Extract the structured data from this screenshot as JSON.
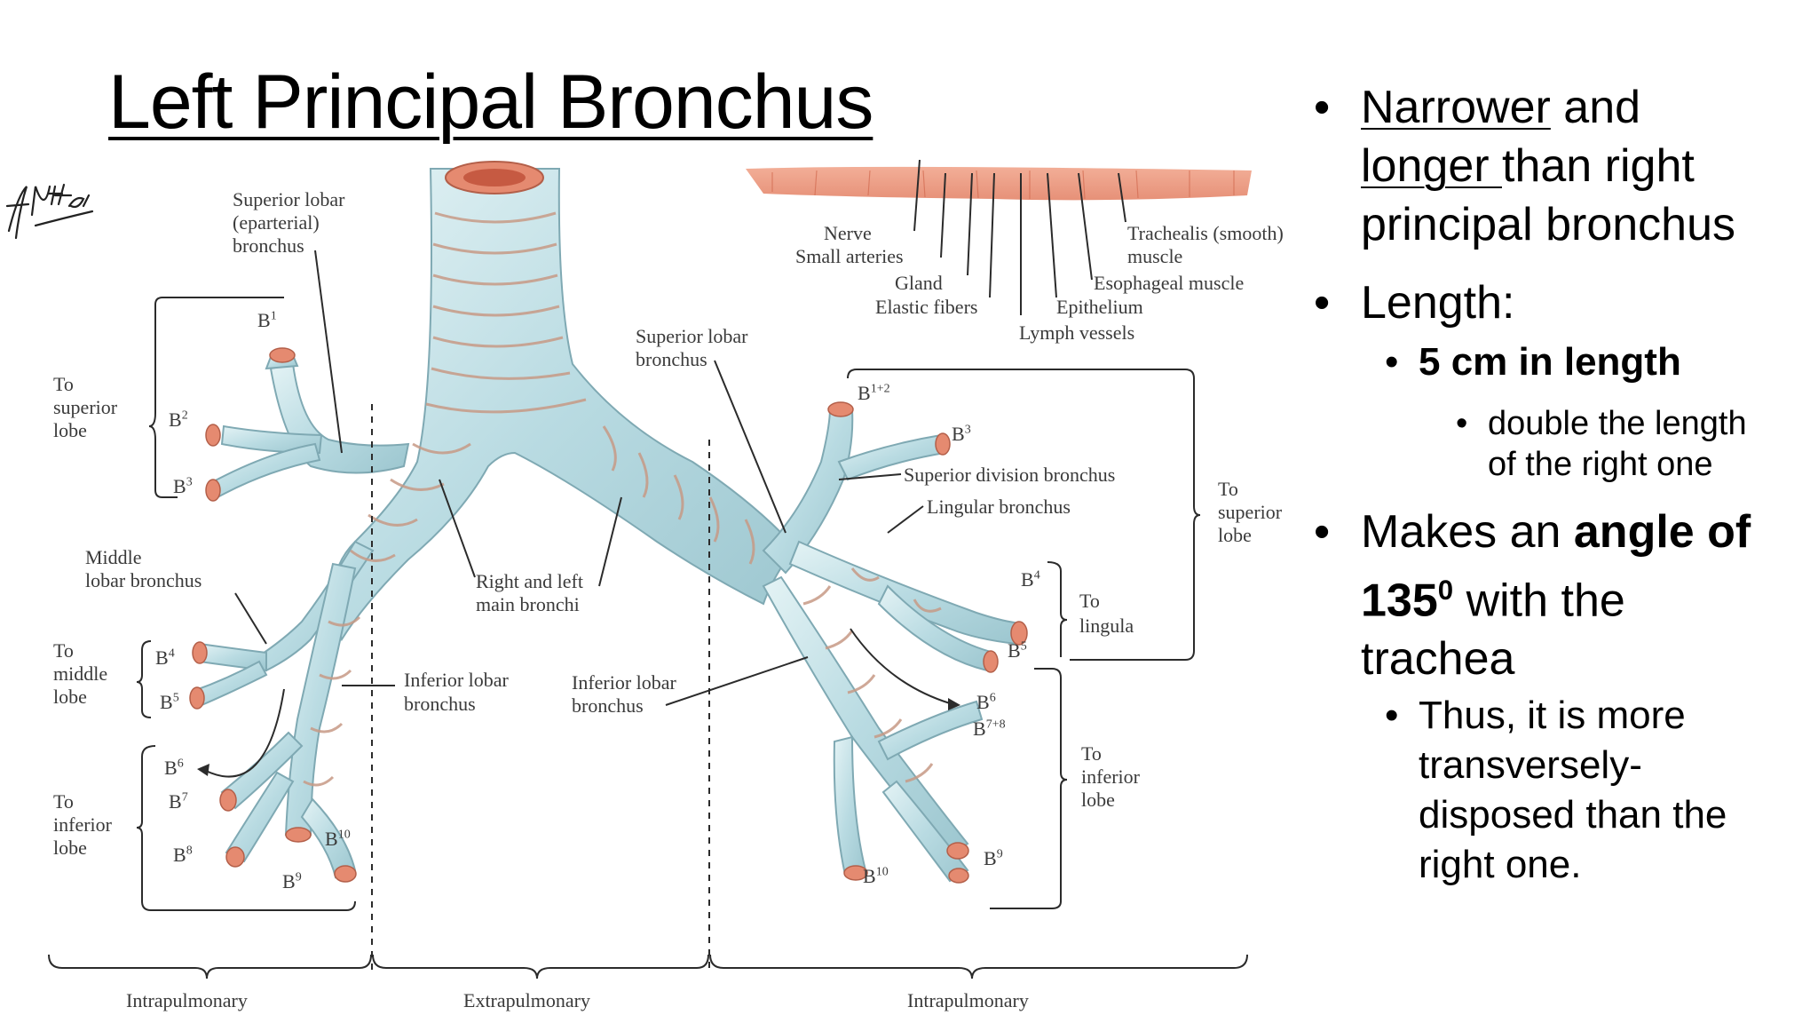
{
  "slide": {
    "title": "Left Principal Bronchus"
  },
  "notes": {
    "b1_part1": "Narrower",
    "b1_part2": " and ",
    "b1_part3": "longer ",
    "b1_part4": "than right principal bronchus",
    "b2": "Length:",
    "b2_sub": "5 cm in length",
    "b2_subsub1": "double the length",
    "b2_subsub2": "of the right one",
    "b3_part1": "Makes an ",
    "b3_bold1": "angle of",
    "b3_bold2": "135",
    "b3_sup": "0",
    "b3_part2": " with the trachea",
    "b3_sub": "Thus, it is more transversely-disposed than the right one."
  },
  "figure": {
    "labels": {
      "sup_lobar_epart_1": "Superior lobar",
      "sup_lobar_epart_2": "(eparterial)",
      "sup_lobar_epart_3": "bronchus",
      "to_sup_left_1": "To",
      "to_sup_left_2": "superior",
      "to_sup_left_3": "lobe",
      "middle_lobar_1": "Middle",
      "middle_lobar_2": "lobar bronchus",
      "to_middle_1": "To",
      "to_middle_2": "middle",
      "to_middle_3": "lobe",
      "to_inf_left_1": "To",
      "to_inf_left_2": "inferior",
      "to_inf_left_3": "lobe",
      "right_left_main_1": "Right and left",
      "right_left_main_2": "main bronchi",
      "inf_lobar_l_1": "Inferior lobar",
      "inf_lobar_l_2": "bronchus",
      "inf_lobar_r_1": "Inferior lobar",
      "inf_lobar_r_2": "bronchus",
      "sup_lobar_r_1": "Superior lobar",
      "sup_lobar_r_2": "bronchus",
      "nerve": "Nerve",
      "small_arteries": "Small arteries",
      "gland": "Gland",
      "elastic": "Elastic fibers",
      "lymph": "Lymph vessels",
      "epithelium": "Epithelium",
      "esophageal": "Esophageal muscle",
      "trachealis_1": "Trachealis (smooth)",
      "trachealis_2": "muscle",
      "sup_division": "Superior division bronchus",
      "lingular": "Lingular bronchus",
      "to_sup_right_1": "To",
      "to_sup_right_2": "superior",
      "to_sup_right_3": "lobe",
      "to_lingula_1": "To",
      "to_lingula_2": "lingula",
      "to_inf_right_1": "To",
      "to_inf_right_2": "inferior",
      "to_inf_right_3": "lobe",
      "intra_left": "Intrapulmonary",
      "extra": "Extrapulmonary",
      "intra_right": "Intrapulmonary"
    },
    "codes": {
      "l_b1": "B",
      "l_b1_sup": "1",
      "l_b2": "B",
      "l_b2_sup": "2",
      "l_b3": "B",
      "l_b3_sup": "3",
      "l_b4": "B",
      "l_b4_sup": "4",
      "l_b5": "B",
      "l_b5_sup": "5",
      "l_b6": "B",
      "l_b6_sup": "6",
      "l_b7": "B",
      "l_b7_sup": "7",
      "l_b8": "B",
      "l_b8_sup": "8",
      "l_b9": "B",
      "l_b9_sup": "9",
      "l_b10": "B",
      "l_b10_sup": "10",
      "r_b12": "B",
      "r_b12_sup": "1+2",
      "r_b3": "B",
      "r_b3_sup": "3",
      "r_b4": "B",
      "r_b4_sup": "4",
      "r_b5": "B",
      "r_b5_sup": "5",
      "r_b6": "B",
      "r_b6_sup": "6",
      "r_b78": "B",
      "r_b78_sup": "7+8",
      "r_b9": "B",
      "r_b9_sup": "9",
      "r_b10": "B",
      "r_b10_sup": "10"
    }
  },
  "colors": {
    "airway_fill": "#bcdde3",
    "airway_stroke": "#7fa9b3",
    "cartilage": "#c79a86",
    "muscle": "#e38b70",
    "leader": "#2b2b2b"
  }
}
